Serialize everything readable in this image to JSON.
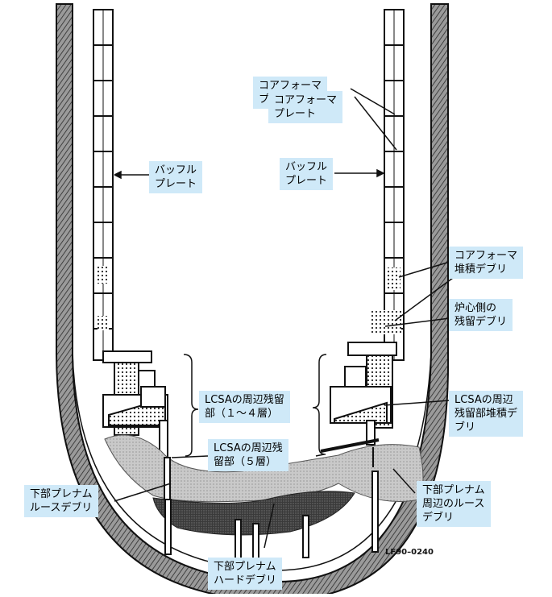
{
  "labels": {
    "core_former_back": "コアフォーマ\nプレート",
    "core_former_front": "コアフォーマ\nプレート",
    "baffle_left": "バッフル\nプレート",
    "baffle_right": "バッフル\nプレート",
    "core_former_debris": "コアフォーマ\n堆積デブリ",
    "core_side_debris": "炉心側の\n残留デブリ",
    "lcsa_layers_1_4": "LCSAの周辺残留\n部（１～４層）",
    "lcsa_peripheral_deposit": "LCSAの周辺\n残留部堆積デ\nブリ",
    "lcsa_layer_5": "LCSAの周辺残\n留部（５層）",
    "lower_plenum_loose": "下部プレナム\nルースデブリ",
    "lower_plenum_peripheral_loose": "下部プレナム\n周辺のルース\nデブリ",
    "lower_plenum_hard": "下部プレナム\nハードデブリ"
  },
  "figure_code": "LF90–0240",
  "colors": {
    "label_bg": "#cfe9f8",
    "ink": "#111111"
  }
}
